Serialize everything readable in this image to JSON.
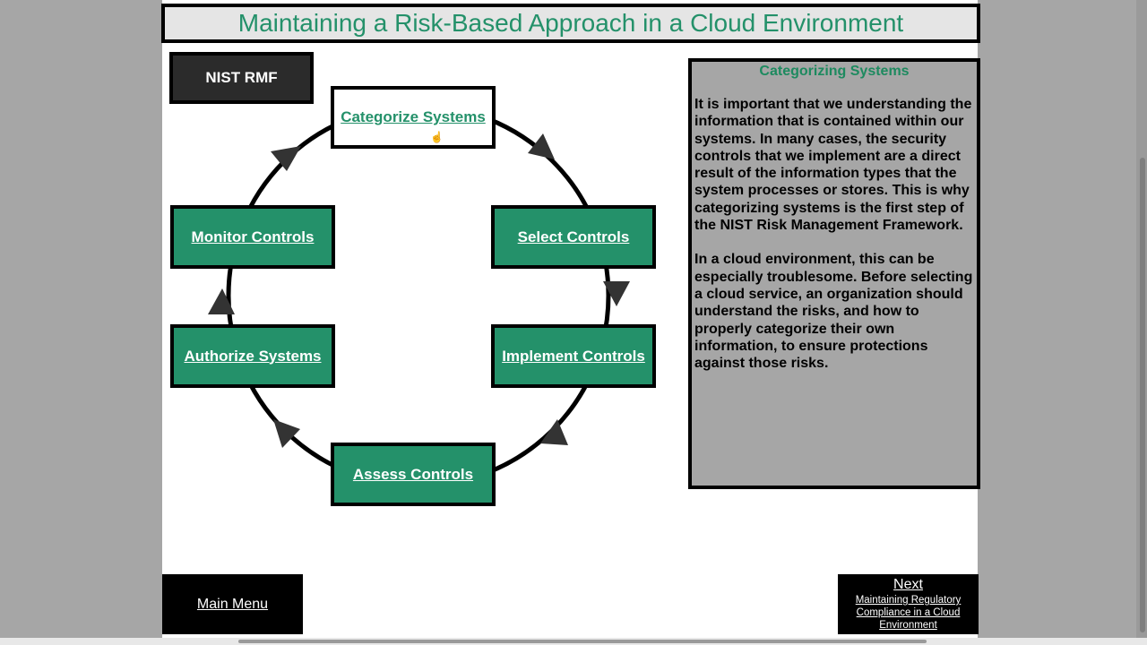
{
  "page": {
    "title": "Maintaining a Risk-Based Approach in a Cloud Environment"
  },
  "rmf_label": "NIST RMF",
  "steps": {
    "categorize": "Categorize Systems",
    "select": "Select Controls",
    "implement": "Implement Controls",
    "assess": "Assess Controls",
    "authorize": "Authorize Systems",
    "monitor": "Monitor Controls"
  },
  "info": {
    "title": "Categorizing Systems",
    "paragraph1": "It is important that we understanding the information that is contained within our systems. In many cases, the security controls that we implement are a direct result of the information types that the system processes or stores. This is why categorizing systems is the first step of the NIST Risk Management Framework.",
    "paragraph2": "In a cloud environment, this can be especially troublesome. Before selecting a cloud service, an organization should understand the risks, and how to properly categorize their own information, to ensure protections against those risks."
  },
  "nav": {
    "main_menu": "Main Menu",
    "next_label": "Next",
    "next_sub": "Maintaining Regulatory Compliance in a Cloud Environment"
  },
  "colors": {
    "accent_green": "#24916a",
    "panel_gray": "#a6a6a6",
    "dark": "#2b2b2b"
  },
  "icons": {
    "cursor": "hand-pointer-icon",
    "arrow": "triangle-arrow-icon"
  }
}
